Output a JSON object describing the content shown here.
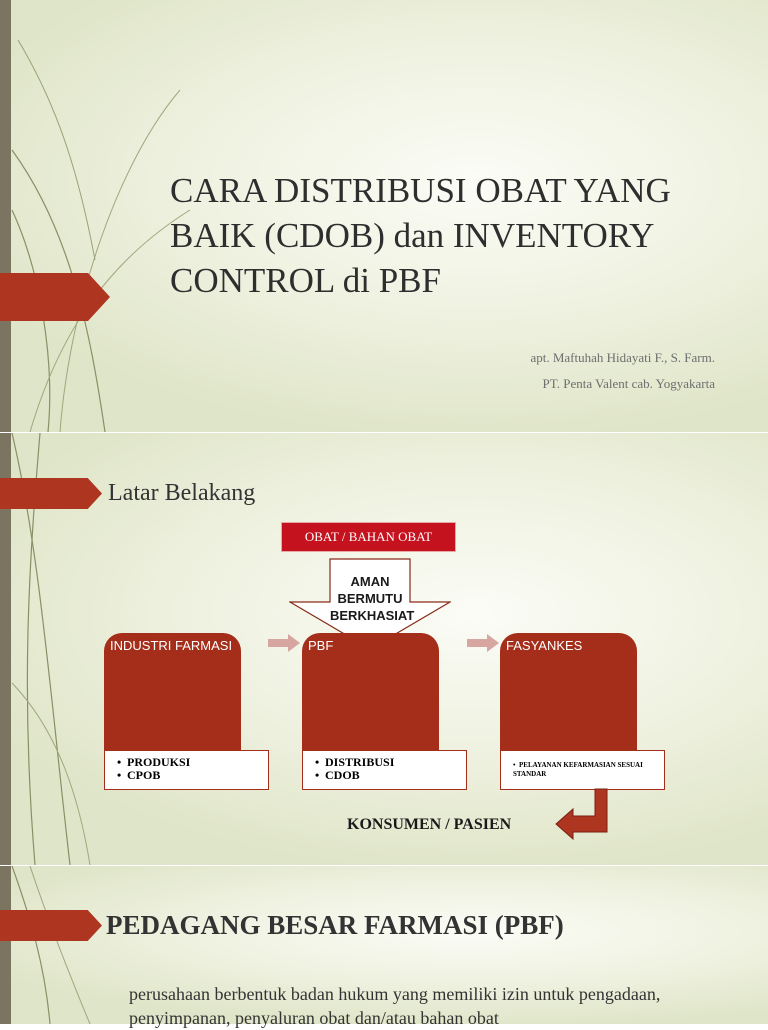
{
  "slide1": {
    "title": "CARA DISTRIBUSI OBAT YANG BAIK (CDOB) dan INVENTORY CONTROL di PBF",
    "author": "apt. Maftuhah Hidayati F., S. Farm.",
    "company": "PT. Penta Valent cab. Yogyakarta"
  },
  "slide2": {
    "title": "Latar Belakang",
    "top_box": "OBAT / BAHAN OBAT",
    "arrow_lines": [
      "AMAN",
      "BERMUTU",
      "BERKHASIAT"
    ],
    "boxes": [
      {
        "label": "INDUSTRI FARMASI",
        "items": [
          "PRODUKSI",
          "CPOB"
        ]
      },
      {
        "label": "PBF",
        "items": [
          "DISTRIBUSI",
          "CDOB"
        ]
      },
      {
        "label": "FASYANKES",
        "items": [
          "PELAYANAN KEFARMASIAN SESUAI STANDAR"
        ]
      }
    ],
    "end_label": "KONSUMEN / PASIEN"
  },
  "slide3": {
    "title": "PEDAGANG BESAR FARMASI (PBF)",
    "bullet_marker": "",
    "bullet_text": "perusahaan berbentuk badan hukum yang memiliki izin untuk pengadaan, penyimpanan, penyaluran obat dan/atau bahan obat"
  },
  "colors": {
    "accent": "#ae3520",
    "box_red": "#a52e1a",
    "top_box_red": "#c5121f",
    "arrow_pink": "#d8a6a0",
    "sidebar": "#7b7461",
    "background": "#eef1df"
  },
  "icons": {
    "down_arrow": "block-down-arrow-icon",
    "right_arrow": "block-right-arrow-icon",
    "bent_arrow": "bent-arrow-icon",
    "bullet": "square-bullet-icon"
  }
}
